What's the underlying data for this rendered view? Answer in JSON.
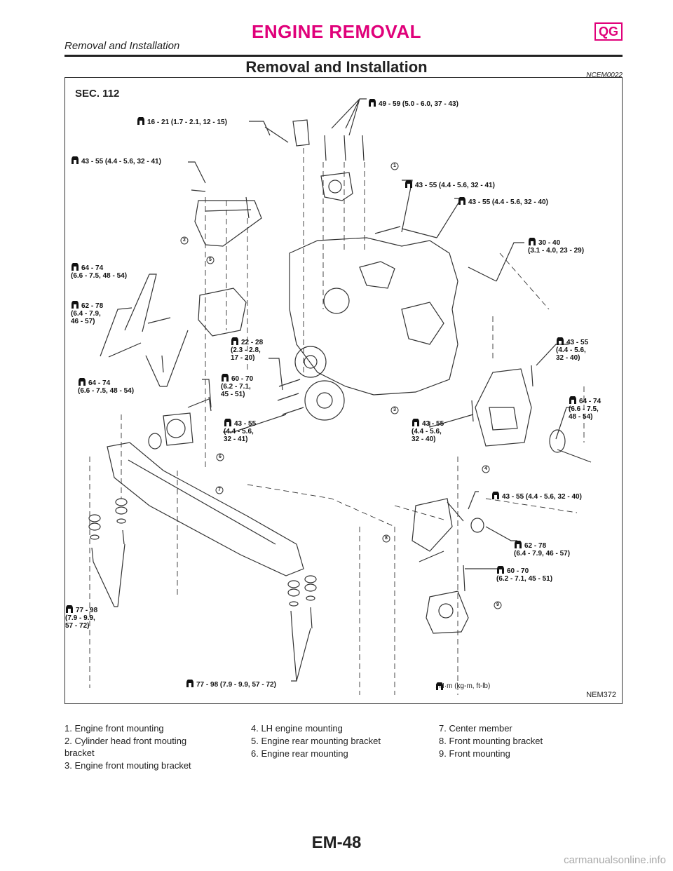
{
  "header": {
    "title": "ENGINE REMOVAL",
    "badge": "QG",
    "subtitle": "Removal and Installation"
  },
  "section": {
    "title": "Removal and Installation",
    "code": "NCEM0022"
  },
  "figure": {
    "sec_label": "SEC. 112",
    "figure_id": "NEM372",
    "unit_note": ": N·m (kg-m, ft-lb)",
    "torque_labels": [
      "49 - 59 (5.0 - 6.0, 37 - 43)",
      "16 - 21 (1.7 - 2.1, 12 - 15)",
      "43 - 55 (4.4 - 5.6, 32 - 41)",
      "43 - 55 (4.4 - 5.6, 32 - 41)",
      "43 - 55 (4.4 - 5.6, 32 - 40)",
      "30 - 40\n(3.1 - 4.0, 23 - 29)",
      "64 - 74\n(6.6 - 7.5, 48 - 54)",
      "62 - 78\n(6.4 - 7.9,\n46 - 57)",
      "22 - 28\n(2.3 - 2.8,\n17 - 20)",
      "43 - 55\n(4.4 - 5.6,\n32 - 40)",
      "64 - 74\n(6.6 - 7.5, 48 - 54)",
      "60 - 70\n(6.2 - 7.1,\n45 - 51)",
      "43 - 55\n(4.4 - 5.6,\n32 - 41)",
      "43 - 55\n(4.4 - 5.6,\n32 - 40)",
      "64 - 74\n(6.6 - 7.5,\n48 - 54)",
      "43 - 55 (4.4 - 5.6, 32 - 40)",
      "62 - 78\n(6.4 - 7.9, 46 - 57)",
      "60 - 70\n(6.2 - 7.1, 45 - 51)",
      "77 - 98\n(7.9 - 9.9,\n57 - 72)",
      "77 - 98 (7.9 - 9.9, 57 - 72)"
    ],
    "callouts": [
      "1",
      "2",
      "3",
      "4",
      "5",
      "6",
      "7",
      "8",
      "9"
    ]
  },
  "legend": {
    "col1": [
      "1. Engine front mounting",
      "2. Cylinder head front mouting\n    bracket",
      "3. Engine front mouting bracket"
    ],
    "col2": [
      "4. LH engine mounting",
      "5. Engine rear mounting bracket",
      "6. Engine rear mounting"
    ],
    "col3": [
      "7. Center member",
      "8. Front mounting bracket",
      "9. Front mounting"
    ]
  },
  "page_number": "EM-48",
  "watermark": "carmanualsonline.info"
}
